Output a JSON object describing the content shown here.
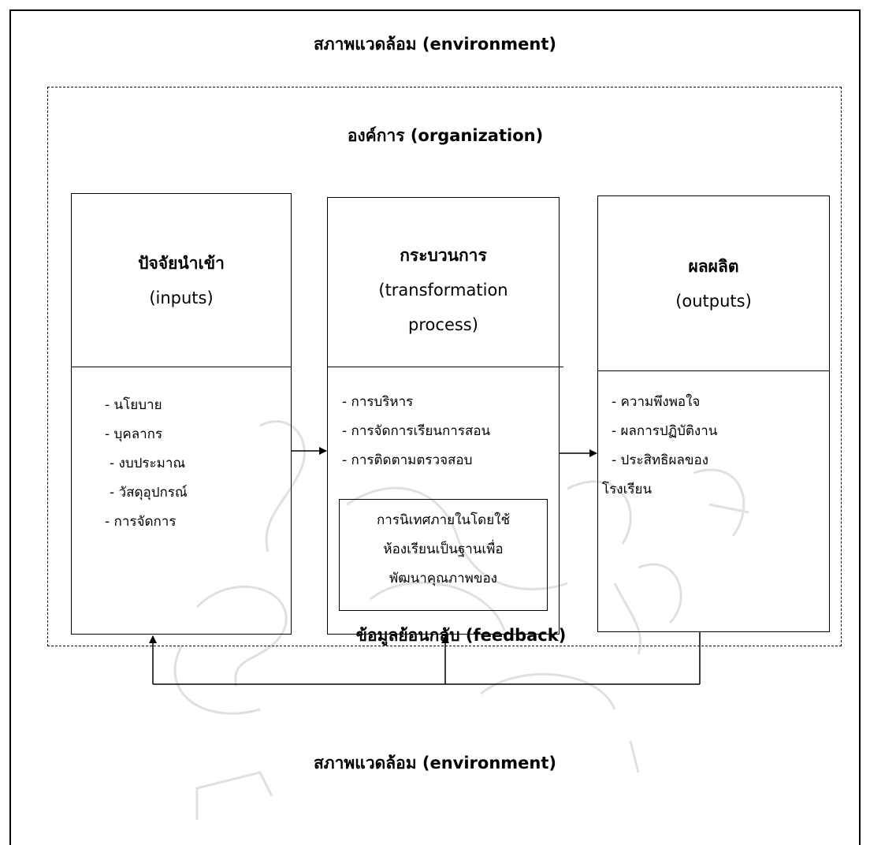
{
  "environment_top": "สภาพแวดล้อม (environment)",
  "organization_label": "องค์การ (organization)",
  "inputs": {
    "title_th": "ปัจจัยนำเข้า",
    "title_en": "(inputs)",
    "items": [
      "- นโยบาย",
      "- บุคลากร",
      "- งบประมาณ",
      "- วัสดุอุปกรณ์",
      "- การจัดการ"
    ]
  },
  "process": {
    "title_th": "กระบวนการ",
    "title_en_1": "(transformation",
    "title_en_2": "process)",
    "items": [
      "- การบริหาร",
      "- การจัดการเรียนการสอน",
      "- การติดตามตรวจสอบ"
    ],
    "inner_lines": [
      "การนิเทศภายในโดยใช้",
      "ห้องเรียนเป็นฐานเพื่อ",
      "พัฒนาคุณภาพของ"
    ]
  },
  "outputs": {
    "title_th": "ผลผลิต",
    "title_en": "(outputs)",
    "items": [
      "- ความพึงพอใจ",
      "- ผลการปฏิบัติงาน",
      "- ประสิทธิผลของ",
      "โรงเรียน"
    ]
  },
  "feedback_label": "ข้อมูลย้อนกลับ (feedback)",
  "environment_bottom": "สภาพแวดล้อม (environment)"
}
